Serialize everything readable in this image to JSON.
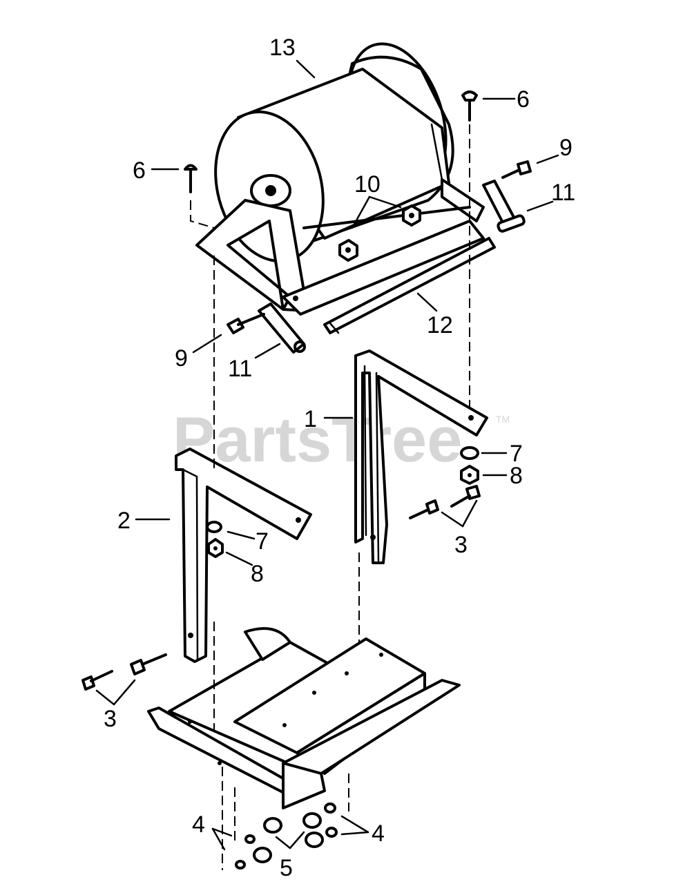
{
  "watermark": {
    "text": "PartsTree",
    "trademark": "TM"
  },
  "callouts": {
    "c13": "13",
    "c6a": "6",
    "c6b": "6",
    "c9a": "9",
    "c9b": "9",
    "c10": "10",
    "c11a": "11",
    "c11b": "11",
    "c12": "12",
    "c1": "1",
    "c2": "2",
    "c7a": "7",
    "c7b": "7",
    "c8a": "8",
    "c8b": "8",
    "c3a": "3",
    "c3b": "3",
    "c4a": "4",
    "c4b": "4",
    "c5": "5"
  }
}
